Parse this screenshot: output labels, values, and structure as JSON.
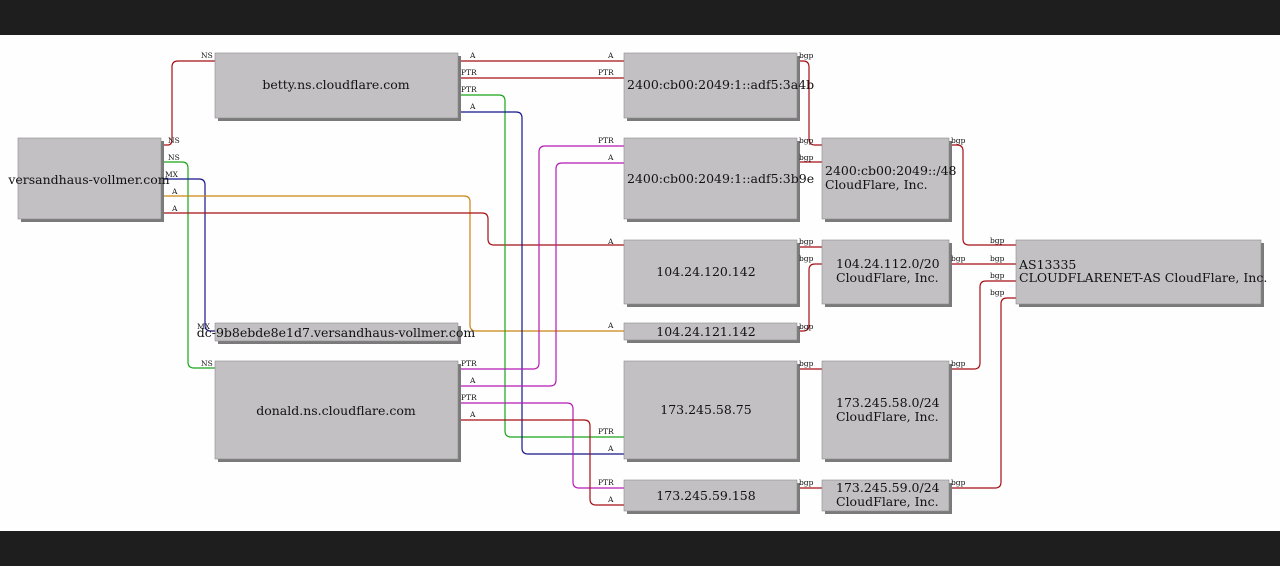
{
  "nodes": {
    "domain": "versandhaus-vollmer.com",
    "ns_betty": "betty.ns.cloudflare.com",
    "ns_donald": "donald.ns.cloudflare.com",
    "mx_host": "dc-9b8ebde8e1d7.versandhaus-vollmer.com",
    "ip6_a": "2400:cb00:2049:1::adf5:3a4b",
    "ip6_b": "2400:cb00:2049:1::adf5:3b9e",
    "ip_120_142": "104.24.120.142",
    "ip_121_142": "104.24.121.142",
    "ip_58_75": "173.245.58.75",
    "ip_59_158": "173.245.59.158",
    "pfx6": {
      "line1": "2400:cb00:2049::/48",
      "line2": "CloudFlare, Inc."
    },
    "pfx104": {
      "line1": "104.24.112.0/20",
      "line2": "CloudFlare, Inc."
    },
    "pfx58": {
      "line1": "173.245.58.0/24",
      "line2": "CloudFlare, Inc."
    },
    "pfx59": {
      "line1": "173.245.59.0/24",
      "line2": "CloudFlare, Inc."
    },
    "asn": {
      "line1": "AS13335",
      "line2": "CLOUDFLARENET-AS CloudFlare, Inc."
    }
  },
  "labels": {
    "ns": "NS",
    "mx": "MX",
    "a": "A",
    "ptr": "PTR",
    "bgp": "bgp"
  },
  "colors": {
    "red": "#a50f15",
    "green": "#1aa51a",
    "blue": "#15158c",
    "orange": "#cc8410",
    "magenta": "#b51ab5"
  }
}
